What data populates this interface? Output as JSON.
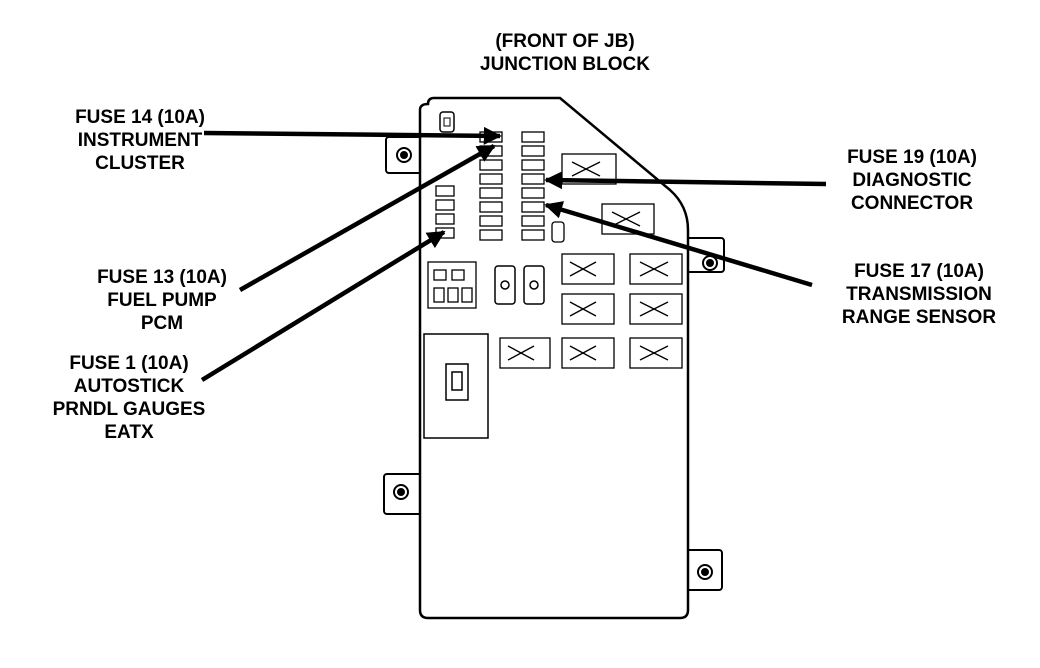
{
  "header": {
    "line1": "(FRONT OF JB)",
    "line2": "JUNCTION BLOCK"
  },
  "callouts": [
    {
      "id": "fuse14",
      "lines": [
        "FUSE 14 (10A)",
        "INSTRUMENT",
        "CLUSTER"
      ]
    },
    {
      "id": "fuse13",
      "lines": [
        "FUSE 13 (10A)",
        "FUEL PUMP",
        "PCM"
      ]
    },
    {
      "id": "fuse1",
      "lines": [
        "FUSE 1 (10A)",
        "AUTOSTICK",
        "PRNDL GAUGES",
        "EATX"
      ]
    },
    {
      "id": "fuse19",
      "lines": [
        "FUSE 19 (10A)",
        "DIAGNOSTIC",
        "CONNECTOR"
      ]
    },
    {
      "id": "fuse17",
      "lines": [
        "FUSE 17 (10A)",
        "TRANSMISSION",
        "RANGE SENSOR"
      ]
    }
  ],
  "colors": {
    "ink": "#000000",
    "paper": "#ffffff"
  }
}
